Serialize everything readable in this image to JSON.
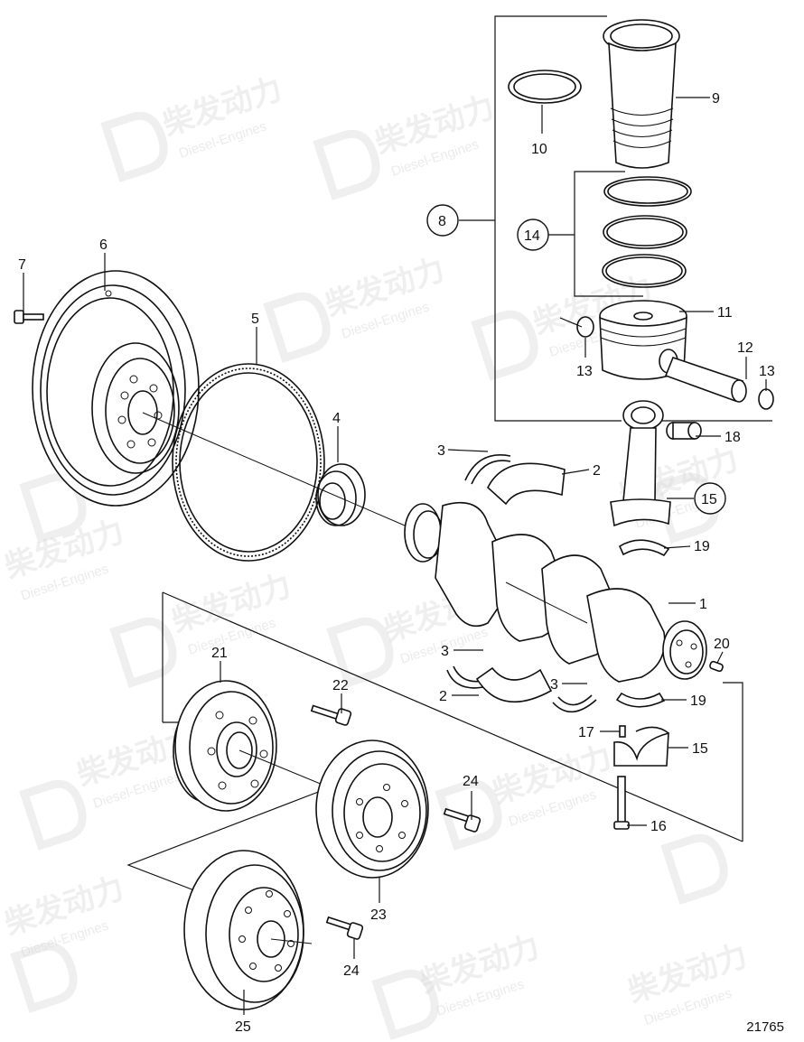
{
  "watermark": {
    "brand": "柴发动力",
    "subtitle": "Diesel-Engines"
  },
  "figure_number": "21765",
  "callouts": {
    "c1": "1",
    "c2a": "2",
    "c2b": "2",
    "c3a": "3",
    "c3b": "3",
    "c3c": "3",
    "c4": "4",
    "c5": "5",
    "c6": "6",
    "c7": "7",
    "c8": "8",
    "c9": "9",
    "c10": "10",
    "c11": "11",
    "c12": "12",
    "c13a": "13",
    "c13b": "13",
    "c14": "14",
    "c15a": "15",
    "c15b": "15",
    "c16": "16",
    "c17": "17",
    "c18": "18",
    "c19a": "19",
    "c19b": "19",
    "c20": "20",
    "c21": "21",
    "c22": "22",
    "c23": "23",
    "c24a": "24",
    "c24b": "24",
    "c25": "25"
  }
}
